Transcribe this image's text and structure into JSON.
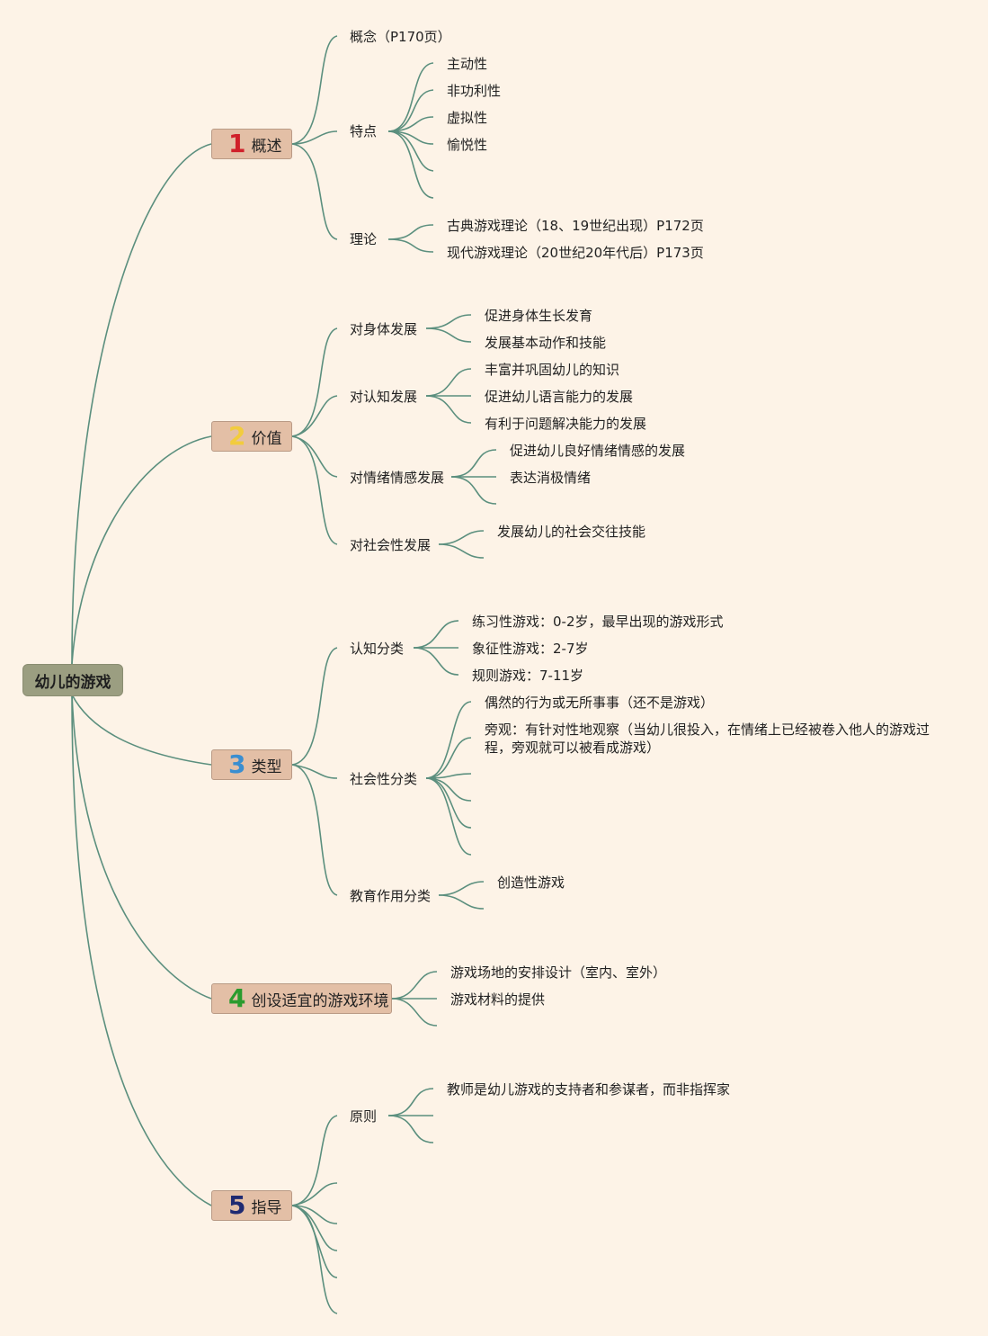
{
  "root": "幼儿的游戏",
  "sections": [
    {
      "number": "1",
      "label": "概述",
      "color": "#d0202a"
    },
    {
      "number": "2",
      "label": "价值",
      "color": "#f2cc3d"
    },
    {
      "number": "3",
      "label": "类型",
      "color": "#3a8ed0"
    },
    {
      "number": "4",
      "label": "创设适宜的游戏环境",
      "color": "#2a9b2e"
    },
    {
      "number": "5",
      "label": "指导",
      "color": "#1f2a72"
    }
  ],
  "overview": {
    "concept": "概念（P170页）",
    "features": "特点",
    "feature_items": [
      "主动性",
      "非功利性",
      "虚拟性",
      "愉悦性"
    ],
    "theory": "理论",
    "theory_items": [
      "古典游戏理论（18、19世纪出现）P172页",
      "现代游戏理论（20世纪20年代后）P173页"
    ]
  },
  "value": {
    "body": "对身体发展",
    "body_items": [
      "促进身体生长发育",
      "发展基本动作和技能"
    ],
    "cognition": "对认知发展",
    "cognition_items": [
      "丰富并巩固幼儿的知识",
      "促进幼儿语言能力的发展",
      "有利于问题解决能力的发展"
    ],
    "emotion": "对情绪情感发展",
    "emotion_items": [
      "促进幼儿良好情绪情感的发展",
      "表达消极情绪"
    ],
    "social": "对社会性发展",
    "social_items": [
      "发展幼儿的社会交往技能"
    ]
  },
  "types": {
    "cognitive": "认知分类",
    "cognitive_items": [
      "练习性游戏：0-2岁，最早出现的游戏形式",
      "象征性游戏：2-7岁",
      "规则游戏：7-11岁"
    ],
    "social": "社会性分类",
    "social_items": [
      "偶然的行为或无所事事（还不是游戏）",
      "旁观：有针对性地观察（当幼儿很投入，在情绪上已经被卷入他人的游戏过程，旁观就可以被看成游戏）"
    ],
    "education": "教育作用分类",
    "education_items": [
      "创造性游戏"
    ]
  },
  "environment": {
    "items": [
      "游戏场地的安排设计（室内、室外）",
      "游戏材料的提供"
    ]
  },
  "guidance": {
    "principle": "原则",
    "principle_items": [
      "教师是幼儿游戏的支持者和参谋者，而非指挥家"
    ]
  }
}
